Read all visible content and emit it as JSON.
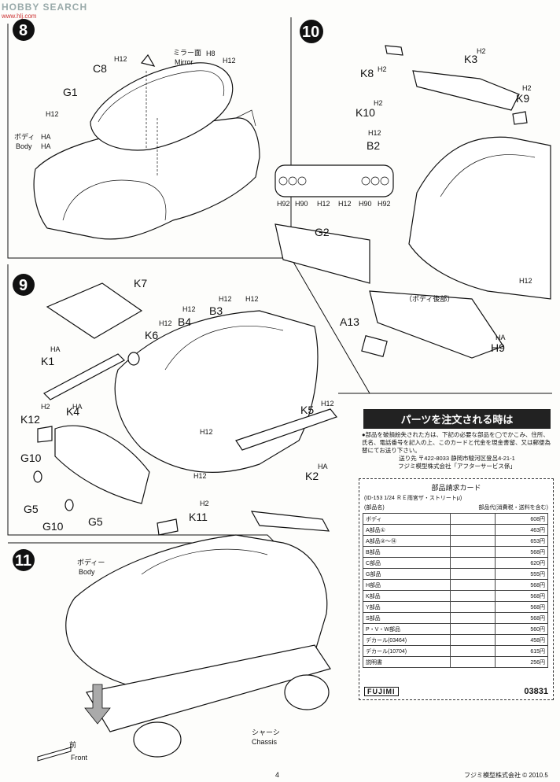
{
  "watermark": {
    "text": "HOBBY SEARCH",
    "sub": "www.hlj.com"
  },
  "steps": [
    {
      "number": "8"
    },
    {
      "number": "10"
    },
    {
      "number": "9"
    },
    {
      "number": "11"
    }
  ],
  "step8": {
    "labels": {
      "c8": "C8",
      "mirror_jp": "ミラー面",
      "mirror_en": "Mirror",
      "g1": "G1",
      "body_jp": "ボディ",
      "body_en": "Body"
    },
    "codes": {
      "h12": "H12",
      "h8": "H8",
      "ha": "HA"
    }
  },
  "step10": {
    "labels": {
      "k3": "K3",
      "k8": "K8",
      "k9": "K9",
      "k10": "K10",
      "b2": "B2",
      "g2": "G2",
      "a13": "A13",
      "h9": "H9",
      "rear_body": "（ボディ後部）"
    },
    "codes": {
      "h2": "H2",
      "h12": "H12",
      "ha": "HA",
      "h92": "H92",
      "h90": "H90"
    }
  },
  "step9": {
    "labels": {
      "k7": "K7",
      "k6": "K6",
      "b4": "B4",
      "b3": "B3",
      "k1": "K1",
      "k12": "K12",
      "k4": "K4",
      "k5": "K5",
      "g10": "G10",
      "g5": "G5",
      "k2": "K2",
      "k11": "K11"
    },
    "codes": {
      "h12": "H12",
      "ha": "HA",
      "h2": "H2"
    }
  },
  "step11": {
    "labels": {
      "body_jp": "ボディー",
      "body_en": "Body",
      "chassis_jp": "シャーシ",
      "chassis_en": "Chassis",
      "front_jp": "前",
      "front_en": "Front"
    }
  },
  "parts_order": {
    "title": "パーツを注文される時は",
    "note": "●部品を破損紛失された方は、下記の必要な部品を◯でかこみ、住所、氏名、電話番号を記入の上、このカードと代金を現金書留、又は郵便為替にてお送り下さい。",
    "address": "送り先 〒422-8033 静岡市駿河区登呂4-21-1",
    "company": "フジミ模型株式会社「アフターサービス係」",
    "card": {
      "title": "部品請求カード",
      "model": "(ID-153 1/24 ＲＥ雨宮ザ・ストリートμ)",
      "col_name": "(部品名)",
      "col_price": "部品代(消費税・送料を含む)",
      "rows": [
        {
          "name": "ボディ",
          "price": "608円"
        },
        {
          "name": "A部品①",
          "price": "463円"
        },
        {
          "name": "A部品②～⑭",
          "price": "653円"
        },
        {
          "name": "B部品",
          "price": "568円"
        },
        {
          "name": "C部品",
          "price": "620円"
        },
        {
          "name": "G部品",
          "price": "555円"
        },
        {
          "name": "H部品",
          "price": "568円"
        },
        {
          "name": "K部品",
          "price": "568円"
        },
        {
          "name": "Y部品",
          "price": "568円"
        },
        {
          "name": "S部品",
          "price": "568円"
        },
        {
          "name": "P・V・W部品",
          "price": "560円"
        },
        {
          "name": "デカール(03464)",
          "price": "458円"
        },
        {
          "name": "デカール(10704)",
          "price": "615円"
        },
        {
          "name": "説明書",
          "price": "256円"
        }
      ],
      "logo": "FUJIMI",
      "code": "03831"
    }
  },
  "footer": {
    "page": "4",
    "copyright": "フジミ模型株式会社 © 2010.5"
  }
}
